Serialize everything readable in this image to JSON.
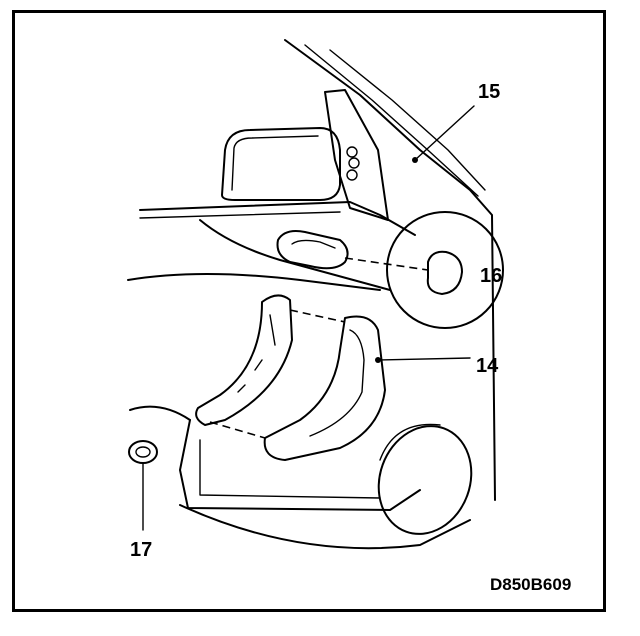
{
  "figure": {
    "code": "D850B609",
    "callouts": [
      {
        "id": "15",
        "label": "15"
      },
      {
        "id": "16",
        "label": "16"
      },
      {
        "id": "14",
        "label": "14"
      },
      {
        "id": "17",
        "label": "17"
      }
    ]
  }
}
